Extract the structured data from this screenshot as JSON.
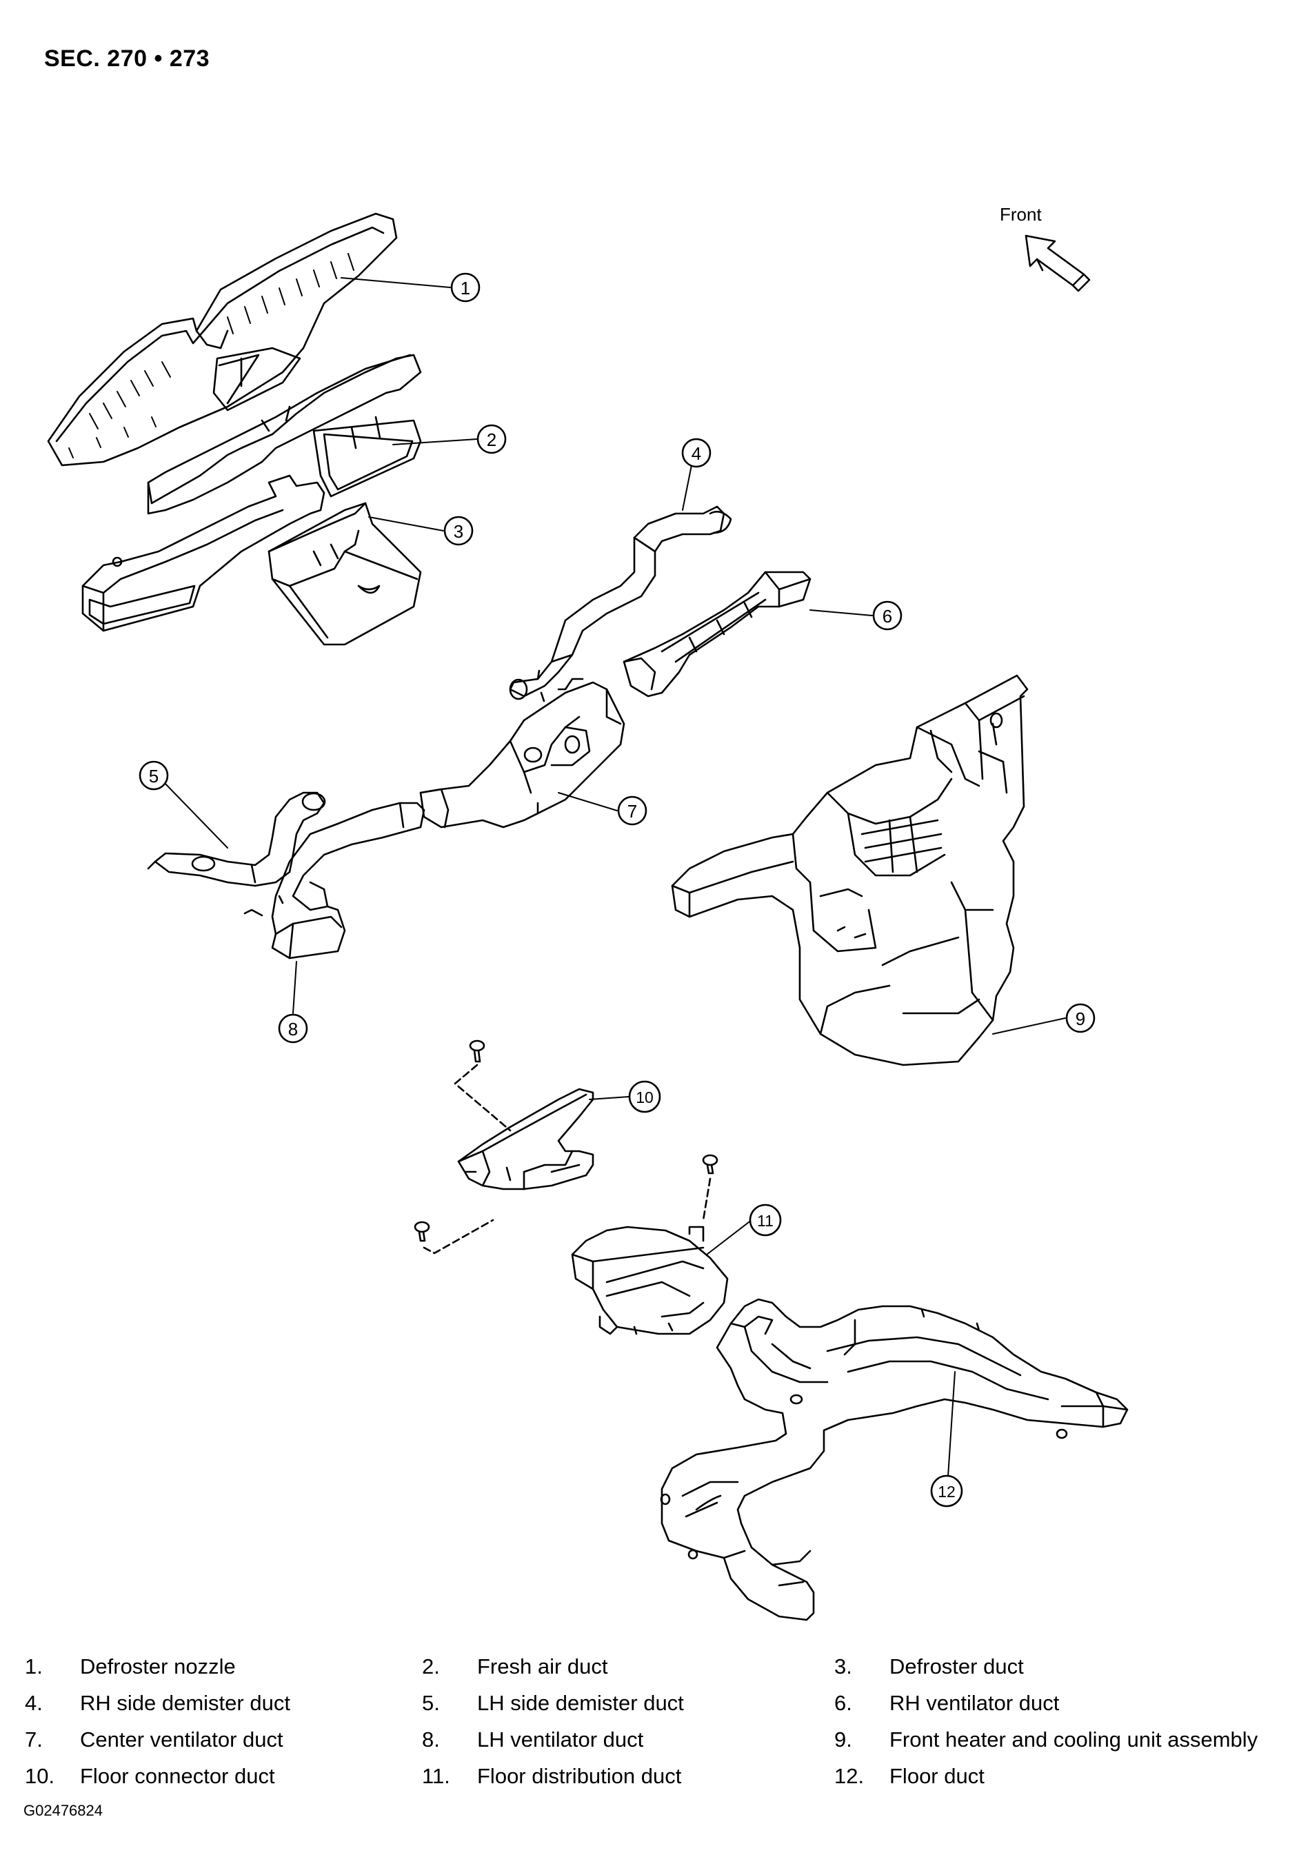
{
  "header": {
    "section": "SEC. 270 • 273"
  },
  "orientation": {
    "label": "Front"
  },
  "callouts": [
    "1",
    "2",
    "3",
    "4",
    "5",
    "6",
    "7",
    "8",
    "9",
    "10",
    "11",
    "12"
  ],
  "legend": [
    [
      {
        "num": "1.",
        "label": "Defroster nozzle"
      },
      {
        "num": "2.",
        "label": "Fresh air duct"
      },
      {
        "num": "3.",
        "label": "Defroster duct"
      }
    ],
    [
      {
        "num": "4.",
        "label": "RH side demister duct"
      },
      {
        "num": "5.",
        "label": "LH side demister duct"
      },
      {
        "num": "6.",
        "label": "RH ventilator duct"
      }
    ],
    [
      {
        "num": "7.",
        "label": "Center ventilator duct"
      },
      {
        "num": "8.",
        "label": "LH ventilator duct"
      },
      {
        "num": "9.",
        "label": "Front heater and cooling unit assembly"
      }
    ],
    [
      {
        "num": "10.",
        "label": "Floor connector duct"
      },
      {
        "num": "11.",
        "label": "Floor distribution duct"
      },
      {
        "num": "12.",
        "label": "Floor duct"
      }
    ]
  ],
  "figure_code": "G02476824"
}
